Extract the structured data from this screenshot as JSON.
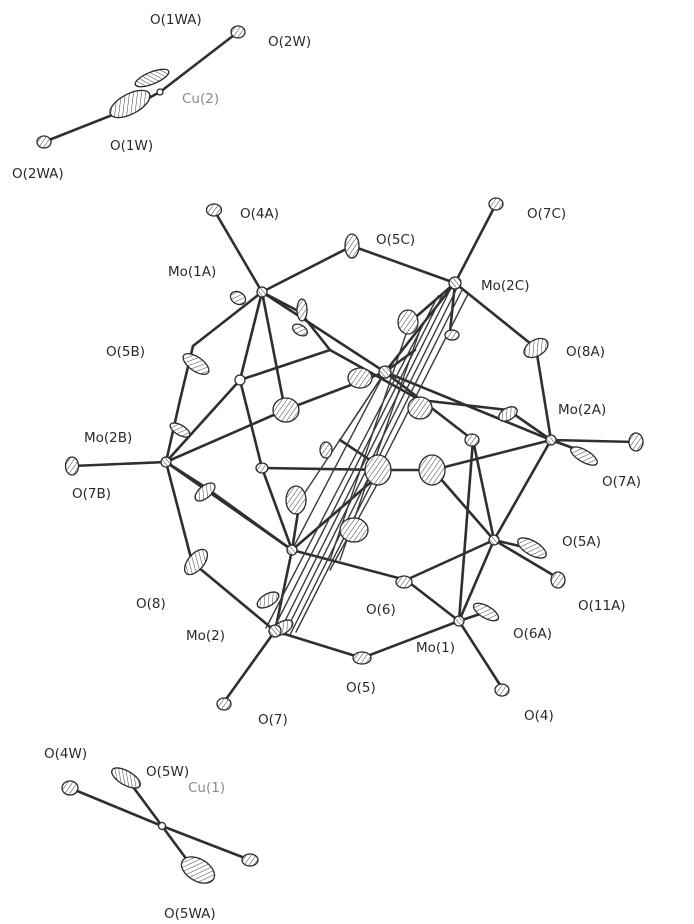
{
  "figure": {
    "top_cluster": {
      "metal": "Cu(2)",
      "ligands": [
        "O(1WA)",
        "O(2W)",
        "O(1W)",
        "O(2WA)"
      ]
    },
    "anion": {
      "labels": {
        "mo1a": "Mo(1A)",
        "o4a": "O(4A)",
        "o5c": "O(5C)",
        "mo2c": "Mo(2C)",
        "o7c": "O(7C)",
        "o8a": "O(8A)",
        "o5b": "O(5B)",
        "mo2a": "Mo(2A)",
        "o7a": "O(7A)",
        "mo2b": "Mo(2B)",
        "o7b": "O(7B)",
        "o5a": "O(5A)",
        "o11a": "O(11A)",
        "o8": "O(8)",
        "o6": "O(6)",
        "o6a": "O(6A)",
        "mo2": "Mo(2)",
        "mo1": "Mo(1)",
        "o5": "O(5)",
        "o7": "O(7)",
        "o4": "O(4)"
      }
    },
    "bottom_cluster": {
      "metal": "Cu(1)",
      "ligands": [
        "O(4W)",
        "O(5W)",
        "O(5WA)"
      ]
    }
  }
}
